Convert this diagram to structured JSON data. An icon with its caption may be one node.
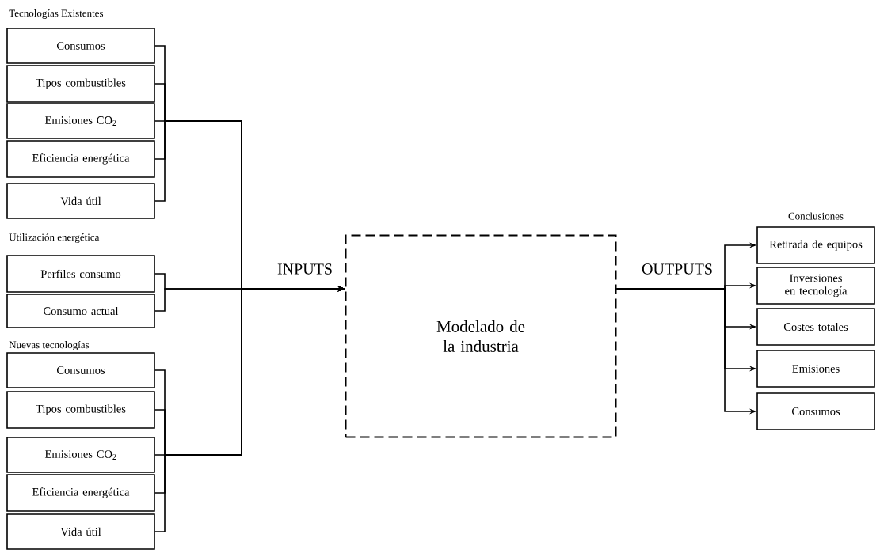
{
  "diagram": {
    "nodes": [
      {
        "text": [
          "Consumos"
        ]
      },
      {
        "text": [
          "Tipos combustibles"
        ]
      },
      {
        "text": [
          "Emisiones CO$_{2}$"
        ]
      },
      {
        "text": [
          "Eficiencia energética"
        ]
      },
      {
        "text": [
          "Vida útil"
        ]
      },
      {
        "text": [
          "Perfiles consumo"
        ]
      },
      {
        "text": [
          "Consumo actual"
        ]
      },
      {
        "text": [
          "Consumos"
        ]
      },
      {
        "text": [
          "Tipos combustibles"
        ]
      },
      {
        "text": [
          "Emisiones CO$_{2}$"
        ]
      },
      {
        "text": [
          "Eficiencia energética"
        ]
      },
      {
        "text": [
          "Vida útil"
        ]
      },
      {
        "text": [
          "Modelado de la industria"
        ]
      },
      {
        "text": [
          "Retirada de equipos"
        ]
      },
      {
        "text": [
          "Inversiones en tecnología"
        ]
      },
      {
        "text": [
          "Costes totales"
        ]
      },
      {
        "text": [
          "Emisiones"
        ]
      },
      {
        "text": [
          "Consumos"
        ]
      }
    ],
    "edges": [
      {
        "from": 0,
        "to": 12,
        "arrow": "to"
      },
      {
        "from": 1,
        "to": 12,
        "arrow": "to"
      },
      {
        "from": 2,
        "to": 12,
        "arrow": "to"
      },
      {
        "from": 3,
        "to": 12,
        "arrow": "to"
      },
      {
        "from": 4,
        "to": 12,
        "arrow": "to"
      },
      {
        "from": 5,
        "to": 12,
        "arrow": "to"
      },
      {
        "from": 6,
        "to": 12,
        "arrow": "to"
      },
      {
        "from": 7,
        "to": 12,
        "arrow": "to"
      },
      {
        "from": 8,
        "to": 12,
        "arrow": "to"
      },
      {
        "from": 9,
        "to": 12,
        "arrow": "to"
      },
      {
        "from": 10,
        "to": 12,
        "arrow": "to"
      },
      {
        "from": 11,
        "to": 12,
        "arrow": "to"
      },
      {
        "from": 12,
        "to": 13,
        "arrow": "to"
      },
      {
        "from": 12,
        "to": 14,
        "arrow": "to"
      },
      {
        "from": 12,
        "to": 15,
        "arrow": "to"
      },
      {
        "from": 12,
        "to": 16,
        "arrow": "to"
      },
      {
        "from": 12,
        "to": 17,
        "arrow": "to"
      }
    ],
    "labels": [
      "Tecnologías Existentes",
      "Utilización energética",
      "Nuevas tecnologías",
      "INPUTS",
      "OUTPUTS",
      "Conclusiones"
    ]
  }
}
